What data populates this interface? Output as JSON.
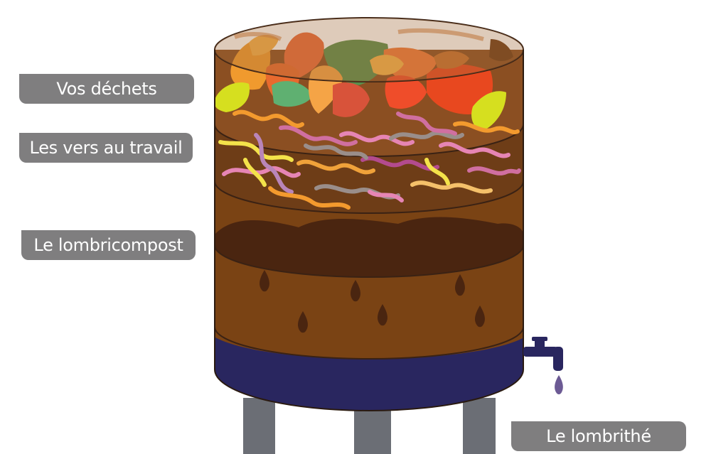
{
  "labels": {
    "waste": "Vos déchets",
    "worms": "Les vers au travail",
    "compost": "Le lombricompost",
    "worm_tea": "Le lombrithé"
  },
  "colors": {
    "label_bg": "#7f7e7f",
    "label_text": "#ffffff",
    "soil": "#7a4314",
    "soil_dark": "#4a2510",
    "liquid": "#29265f",
    "legs": "#6b6e75",
    "tap": "#29265f",
    "drop": "#6c5a94"
  }
}
